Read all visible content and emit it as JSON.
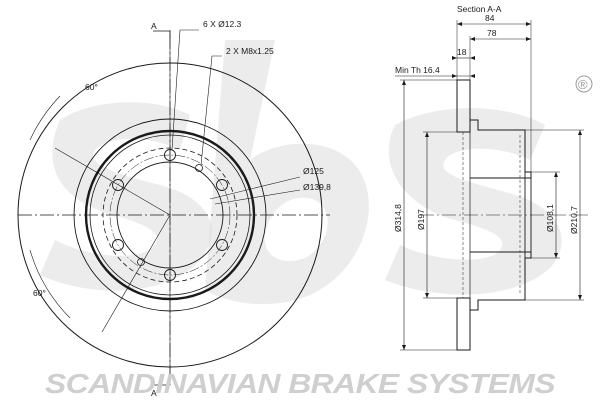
{
  "brand": {
    "footer_text": "SCANDINAVIAN BRAKE SYSTEMS",
    "registered_mark": "®",
    "watermark_color": "#d9d9d9"
  },
  "front_view": {
    "section_marker_top": "A",
    "section_marker_bottom": "A",
    "bolt_holes_label": "6 X Ø12.3",
    "threaded_holes_label": "2 X M8x1.25",
    "angle_top_label": "60°",
    "angle_bottom_label": "60°",
    "pcd_label": "Ø125",
    "hub_label": "Ø139,8"
  },
  "section_view": {
    "title": "Section A-A",
    "total_height_label": "84",
    "hat_height_label": "78",
    "disc_thickness_label": "18",
    "min_thickness_label": "Min Th 16.4",
    "outer_diameter_label": "Ø314,8",
    "braking_inner_label": "Ø197",
    "center_bore_label": "Ø108,1",
    "hat_diameter_label": "Ø210,7"
  },
  "colors": {
    "line": "#1a1a1a",
    "watermark": "#d9d9d9",
    "footer": "#cfcfcf"
  }
}
